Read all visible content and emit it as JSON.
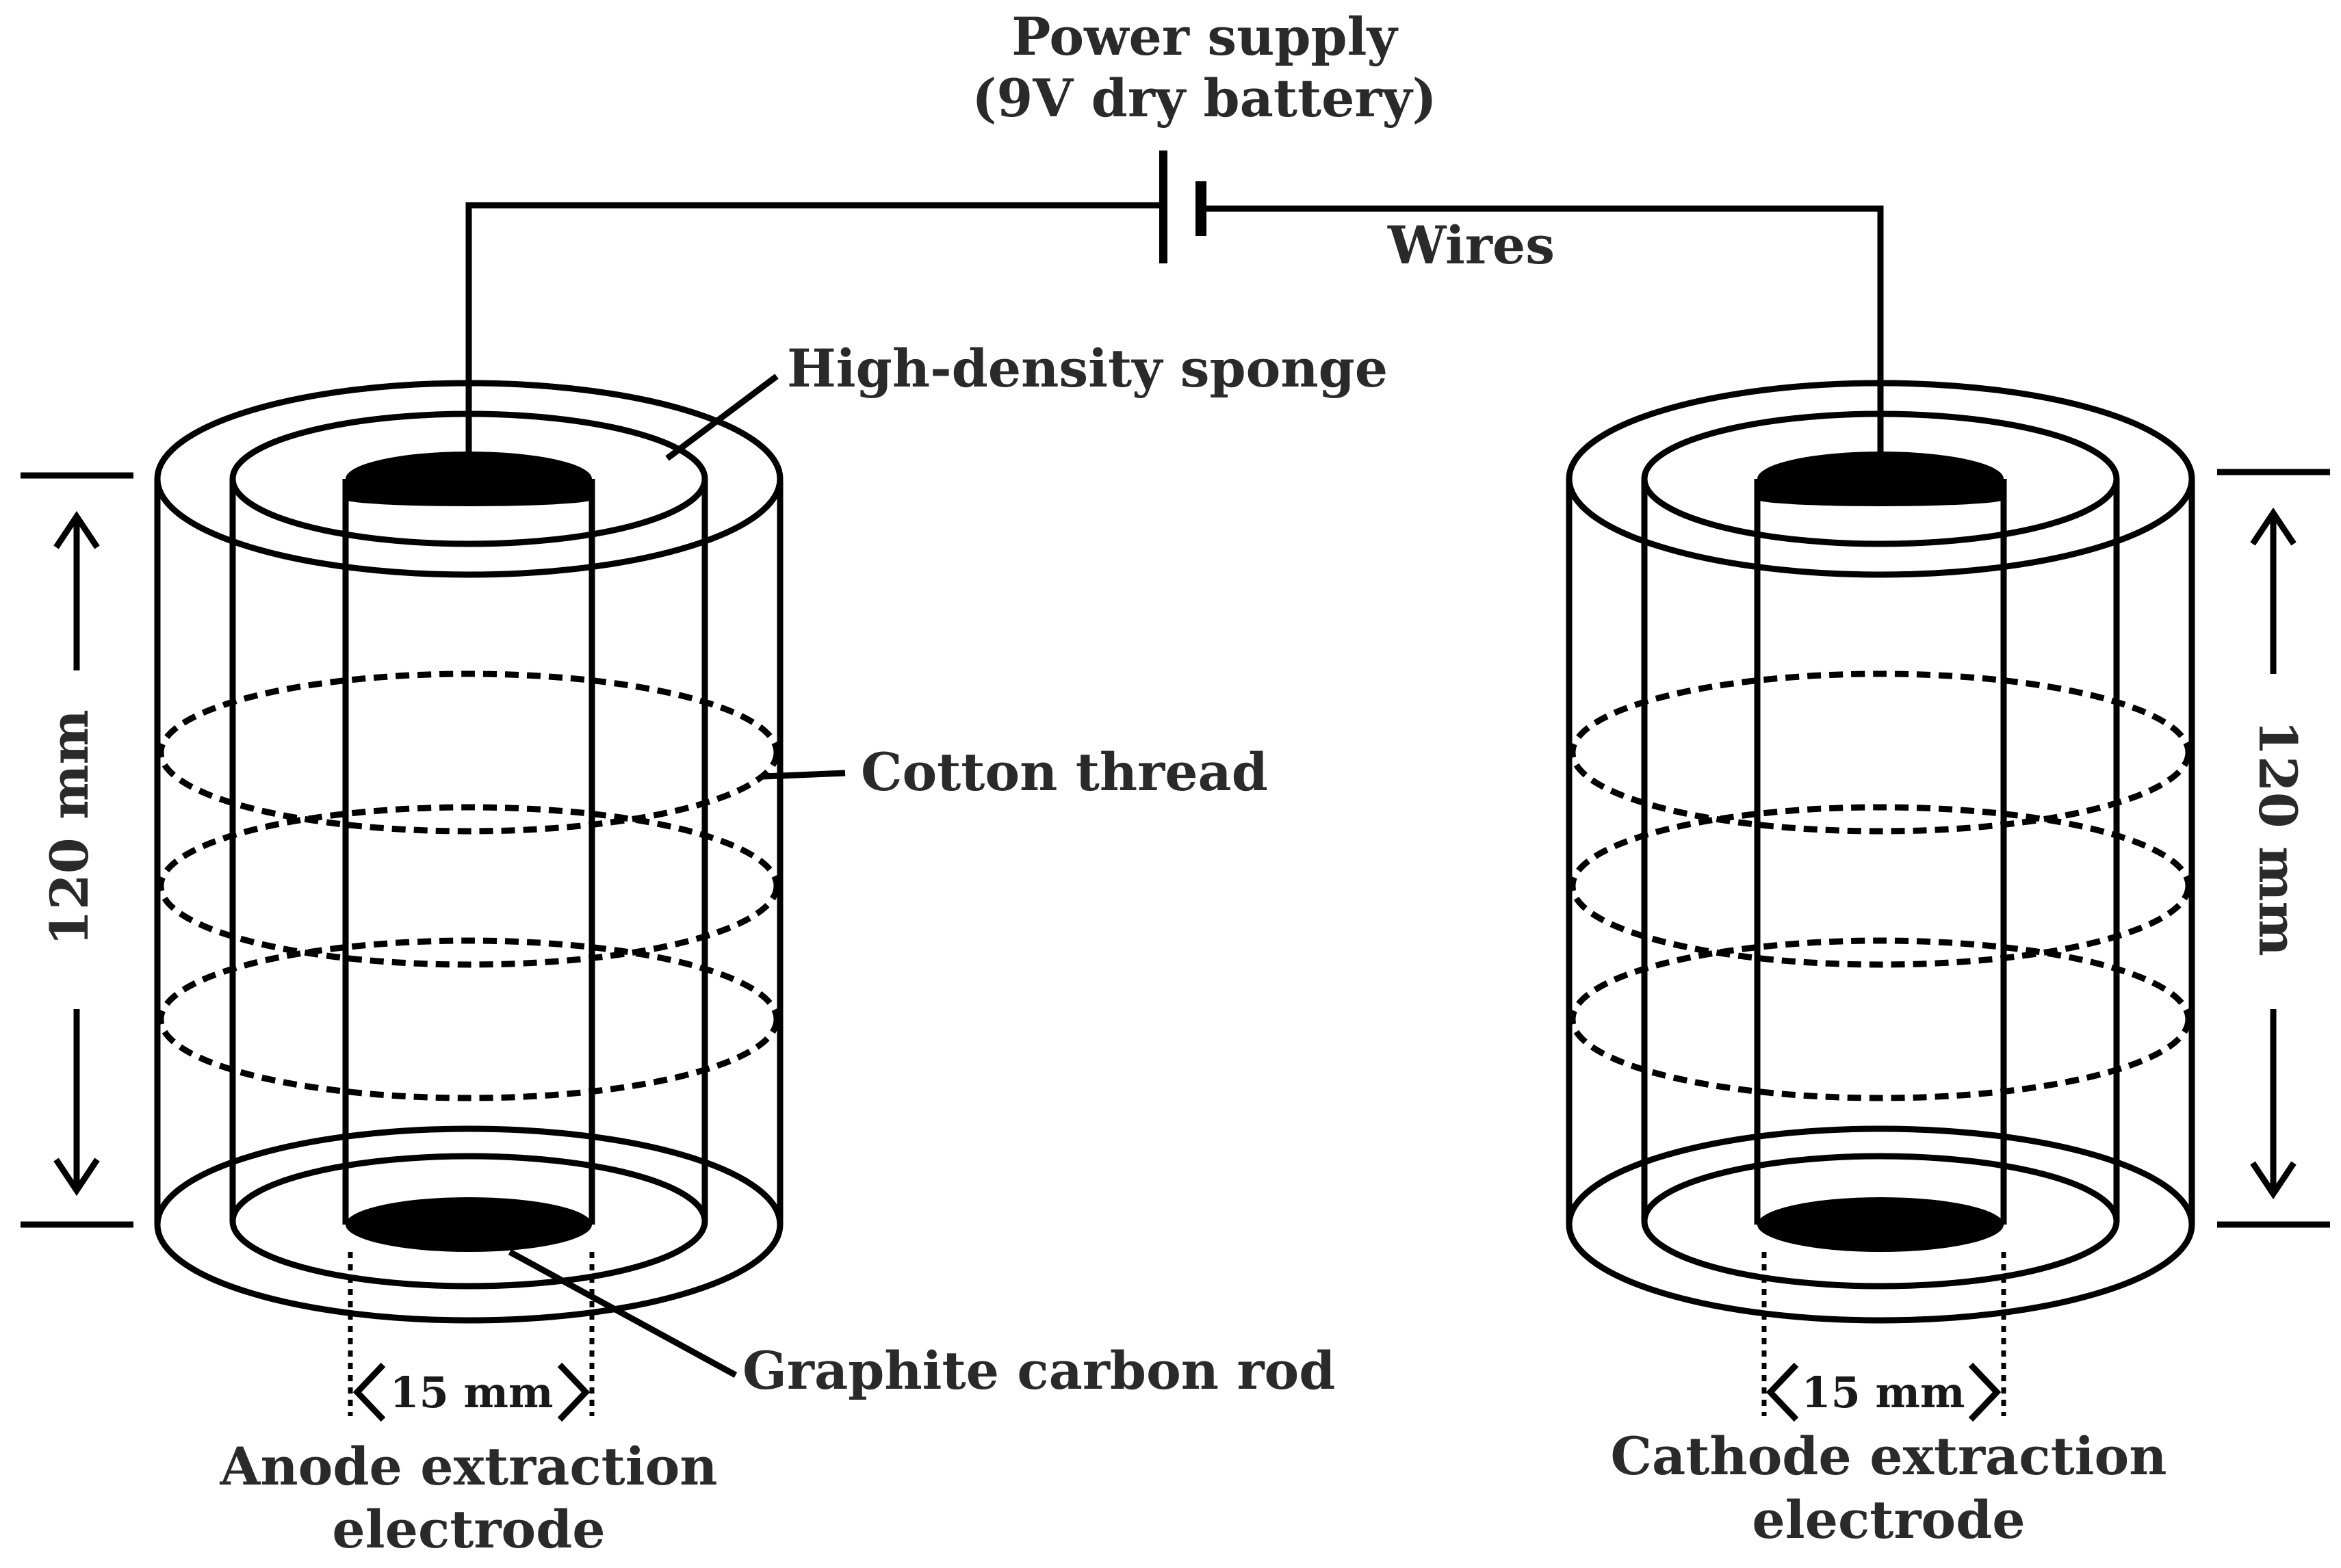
{
  "labels": {
    "power_line1": "Power supply",
    "power_line2": "(9V dry battery)",
    "wires": "Wires",
    "sponge": "High-density sponge",
    "cotton": "Cotton thread",
    "graphite": "Graphite carbon rod",
    "anode_line1": "Anode extraction",
    "anode_line2": "electrode",
    "cathode_line1": "Cathode extraction",
    "cathode_line2": "electrode",
    "height_left": "120 mm",
    "height_right": "120 mm",
    "diameter_left": "15 mm",
    "diameter_right": "15 mm"
  },
  "colors": {
    "sponge_fill": "#fbf7a8",
    "rod_fill": "#000000",
    "line": "#000000"
  }
}
